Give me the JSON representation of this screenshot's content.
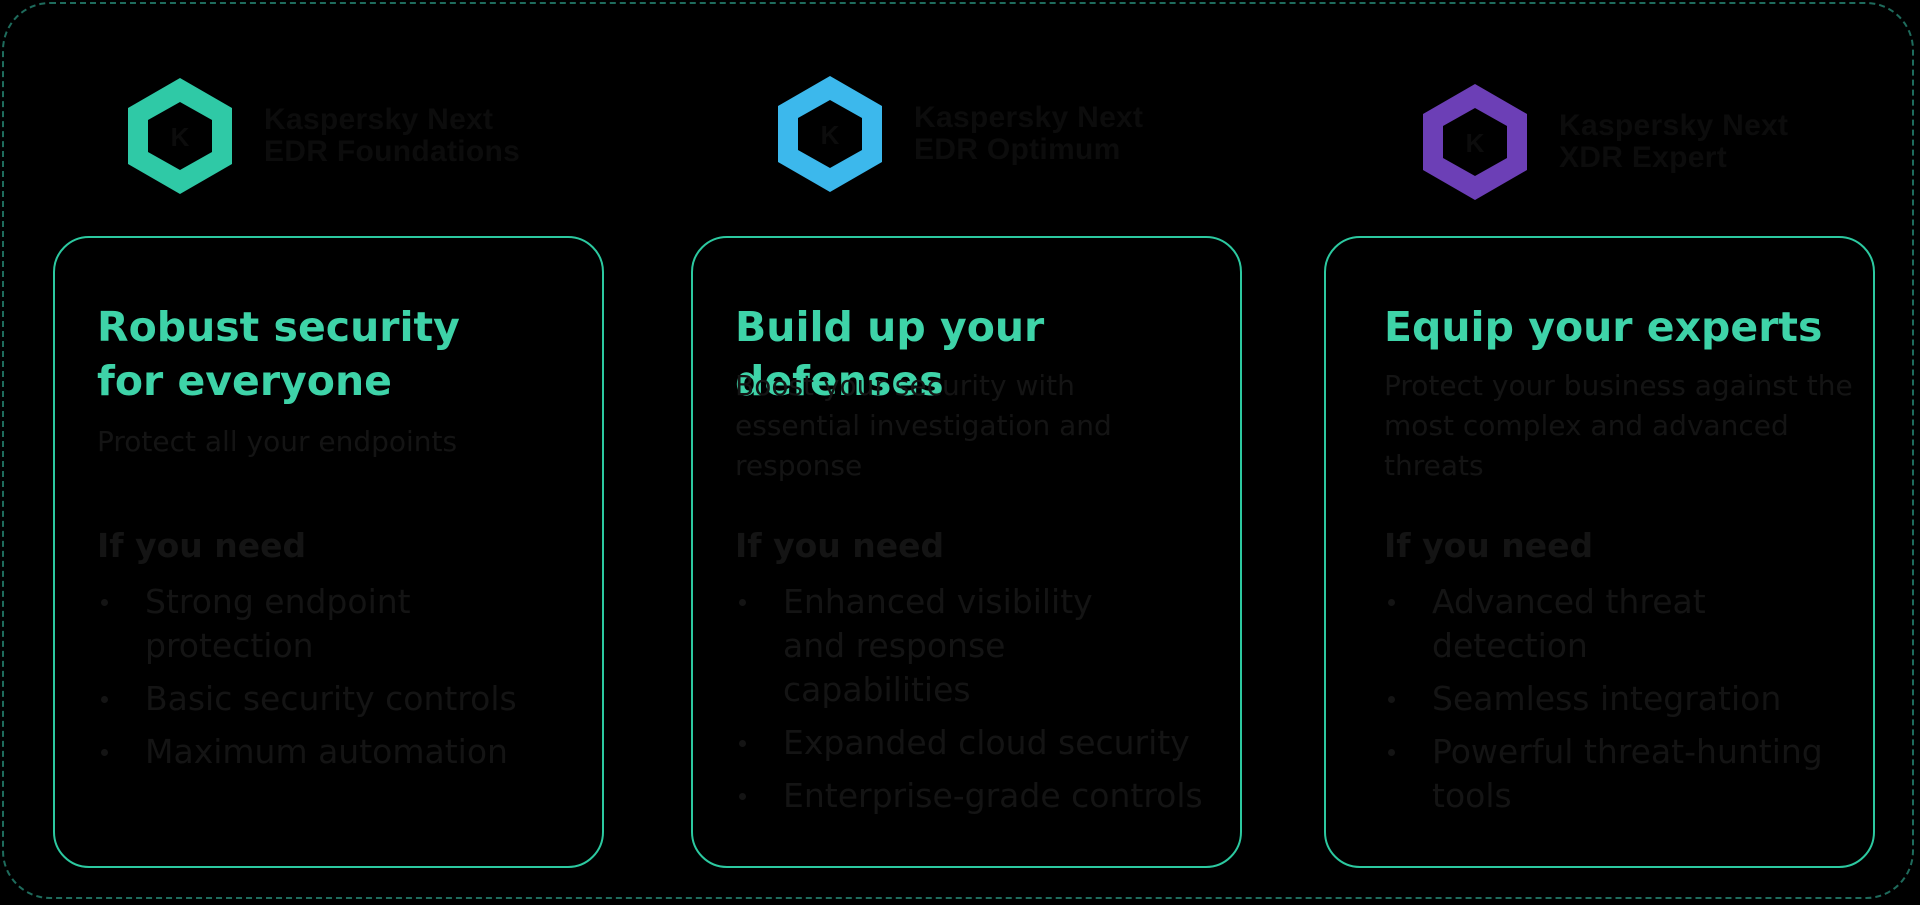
{
  "logos": [
    {
      "line1": "Kaspersky Next",
      "line2": "EDR Foundations",
      "color": "#2fc9a6",
      "letter": "K"
    },
    {
      "line1": "Kaspersky Next",
      "line2": "EDR Optimum",
      "color": "#3cb8ec",
      "letter": "K"
    },
    {
      "line1": "Kaspersky Next",
      "line2": "XDR Expert",
      "color": "#6c3fb6",
      "letter": "K"
    }
  ],
  "cards": [
    {
      "title_line1": "Robust security",
      "title_line2": "for everyone",
      "subtitle": "Protect all your endpoints",
      "need_heading": "If you need",
      "needs": [
        "Strong endpoint protection",
        "Basic security controls",
        "Maximum automation"
      ]
    },
    {
      "title_line1": "Build up your defenses",
      "title_line2": "",
      "subtitle": "Boost your security with essential investigation and response",
      "need_heading": "If you need",
      "needs": [
        "Enhanced visibility and response capabilities",
        "Expanded cloud security",
        "Enterprise-grade controls"
      ]
    },
    {
      "title_line1": "Equip your experts",
      "title_line2": "",
      "subtitle": "Protect your business against the most complex and advanced threats",
      "need_heading": "If you need",
      "needs": [
        "Advanced threat detection",
        "Seamless integration",
        "Powerful threat-hunting tools"
      ]
    }
  ],
  "colors": {
    "accent": "#3ed3a8",
    "card_border": "#2cc9a0",
    "frame_border": "#1e6b5c",
    "background": "#000000"
  }
}
